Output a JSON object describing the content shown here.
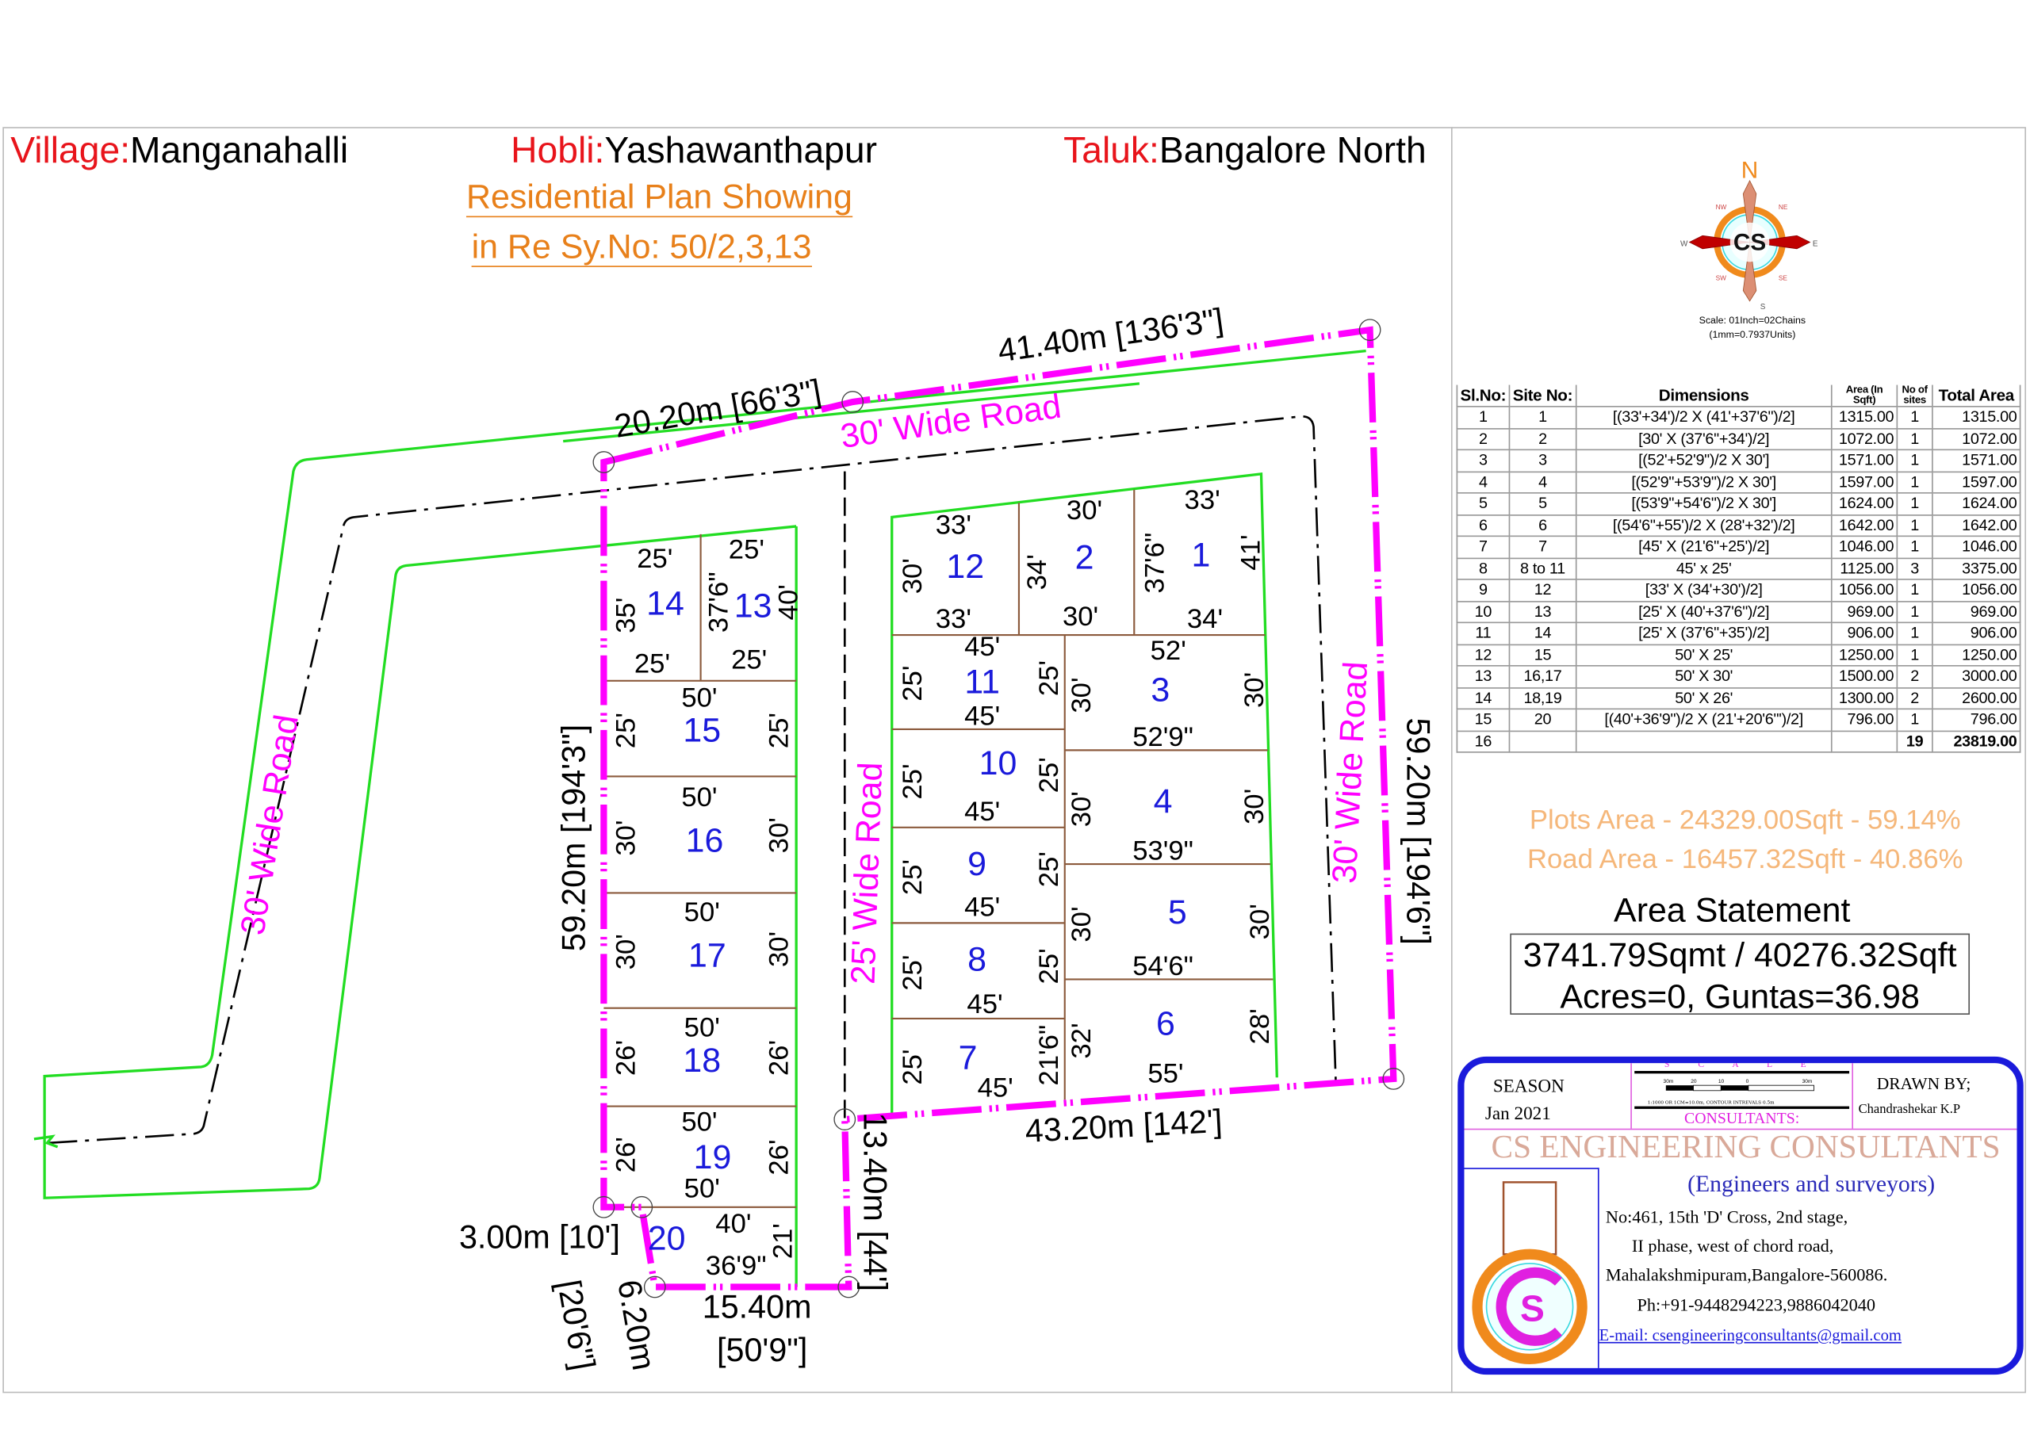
{
  "header": {
    "village_label": "Village:",
    "village": "Manganahalli",
    "hobli_label": "Hobli:",
    "hobli": "Yashawanthapur",
    "taluk_label": "Taluk:",
    "taluk": "Bangalore North",
    "title_line1": "Residential Plan Showing",
    "title_line2": "in Re Sy.No: 50/2,3,13"
  },
  "compass": {
    "n": "N",
    "s": "S",
    "e": "E",
    "w": "W",
    "ne": "NE",
    "nw": "NW",
    "se": "SE",
    "sw": "SW",
    "logo": "CS",
    "scale_line1": "Scale: 01Inch=02Chains",
    "scale_line2": "(1mm=0.7937Units)"
  },
  "colors": {
    "boundary": "#ff00ff",
    "road_edge": "#22dd22",
    "plot_division": "#8b5a3c",
    "plot_number": "#1a1adb",
    "header_key": "#e8141b",
    "title": "#e8801a",
    "summary": "#f5b77a"
  },
  "plan": {
    "road_labels": [
      "30' Wide Road",
      "30' Wide Road",
      "25' Wide Road",
      "30' Wide Road"
    ],
    "boundary_dims": [
      "20.20m [66'3\"]",
      "41.40m [136'3\"]",
      "59.20m [194'6\"]",
      "59.20m [194'3\"]",
      "43.20m [142']",
      "13.40m [44']",
      "15.40m",
      "[50'9\"]",
      "3.00m [10']",
      "6.20m",
      "[20'6\"]"
    ],
    "plot_numbers": [
      "14",
      "13",
      "15",
      "16",
      "17",
      "18",
      "19",
      "20",
      "12",
      "2",
      "1",
      "11",
      "3",
      "10",
      "4",
      "9",
      "5",
      "8",
      "6",
      "7"
    ],
    "dims": [
      "25'",
      "25'",
      "35'",
      "37'6\"",
      "40'",
      "25'",
      "25'",
      "50'",
      "25'",
      "25'",
      "50'",
      "30'",
      "30'",
      "50'",
      "30'",
      "30'",
      "50'",
      "26'",
      "26'",
      "50'",
      "26'",
      "26'",
      "50'",
      "40'",
      "36'9\"",
      "21'",
      "33'",
      "30'",
      "33'",
      "30'",
      "34'",
      "37'6\"",
      "41'",
      "33'",
      "30'",
      "34'",
      "45'",
      "52'",
      "25'",
      "25'",
      "30'",
      "30'",
      "45'",
      "52'9\"",
      "25'",
      "25'",
      "45'",
      "30'",
      "30'",
      "53'9\"",
      "25'",
      "25'",
      "45'",
      "30'",
      "30'",
      "54'6\"",
      "25'",
      "25'",
      "45'",
      "32'",
      "28'",
      "25'",
      "21'6\"",
      "45'",
      "55'"
    ]
  },
  "table": {
    "headers": [
      "Sl.No:",
      "Site No:",
      "Dimensions",
      "Area (In Sqft)",
      "No of sites",
      "Total Area"
    ],
    "rows": [
      [
        "1",
        "1",
        "[(33'+34')/2 X (41'+37'6\")/2]",
        "1315.00",
        "1",
        "1315.00"
      ],
      [
        "2",
        "2",
        "[30' X (37'6\"+34')/2]",
        "1072.00",
        "1",
        "1072.00"
      ],
      [
        "3",
        "3",
        "[(52'+52'9\")/2 X 30']",
        "1571.00",
        "1",
        "1571.00"
      ],
      [
        "4",
        "4",
        "[(52'9\"+53'9\")/2 X 30']",
        "1597.00",
        "1",
        "1597.00"
      ],
      [
        "5",
        "5",
        "[(53'9\"+54'6\")/2 X 30']",
        "1624.00",
        "1",
        "1624.00"
      ],
      [
        "6",
        "6",
        "[(54'6\"+55')/2 X (28'+32')/2]",
        "1642.00",
        "1",
        "1642.00"
      ],
      [
        "7",
        "7",
        "[45' X (21'6\"+25')/2]",
        "1046.00",
        "1",
        "1046.00"
      ],
      [
        "8",
        "8 to 11",
        "45' x 25'",
        "1125.00",
        "3",
        "3375.00"
      ],
      [
        "9",
        "12",
        "[33' X (34'+30')/2]",
        "1056.00",
        "1",
        "1056.00"
      ],
      [
        "10",
        "13",
        "[25' X (40'+37'6\")/2]",
        "969.00",
        "1",
        "969.00"
      ],
      [
        "11",
        "14",
        "[25' X (37'6\"+35')/2]",
        "906.00",
        "1",
        "906.00"
      ],
      [
        "12",
        "15",
        "50' X 25'",
        "1250.00",
        "1",
        "1250.00"
      ],
      [
        "13",
        "16,17",
        "50' X 30'",
        "1500.00",
        "2",
        "3000.00"
      ],
      [
        "14",
        "18,19",
        "50' X 26'",
        "1300.00",
        "2",
        "2600.00"
      ],
      [
        "15",
        "20",
        "[(40'+36'9\")/2 X (21'+20'6\"')/2]",
        "796.00",
        "1",
        "796.00"
      ],
      [
        "16",
        "",
        "",
        "",
        "19",
        "23819.00"
      ]
    ]
  },
  "summary": {
    "plots_area": "Plots Area - 24329.00Sqft - 59.14%",
    "road_area": "Road Area - 16457.32Sqft - 40.86%",
    "area_statement_title": "Area Statement",
    "area_sqmt_sqft": "3741.79Sqmt / 40276.32Sqft",
    "acres_guntas": "Acres=0, Guntas=36.98"
  },
  "title_block": {
    "season_label": "SEASON",
    "season": "Jan 2021",
    "scale_title": "S C A L E",
    "scale_ticks": [
      "30m",
      "20",
      "10",
      "0",
      "30m"
    ],
    "scale_note": "1:1000 OR 1CM=10.0m, CONTOUR INTREVALS 0.5m",
    "consultants_label": "CONSULTANTS:",
    "drawn_by_label": "DRAWN BY;",
    "drawn_by": "Chandrashekar K.P",
    "company": "CS ENGINEERING CONSULTANTS",
    "tagline": "(Engineers and surveyors)",
    "address1": "No:461, 15th 'D' Cross, 2nd stage,",
    "address2": "II phase, west of chord road,",
    "address3": "Mahalakshmipuram,Bangalore-560086.",
    "phone": "Ph:+91-9448294223,9886042040",
    "email": "E-mail: csengineeringconsultants@gmail.com"
  }
}
